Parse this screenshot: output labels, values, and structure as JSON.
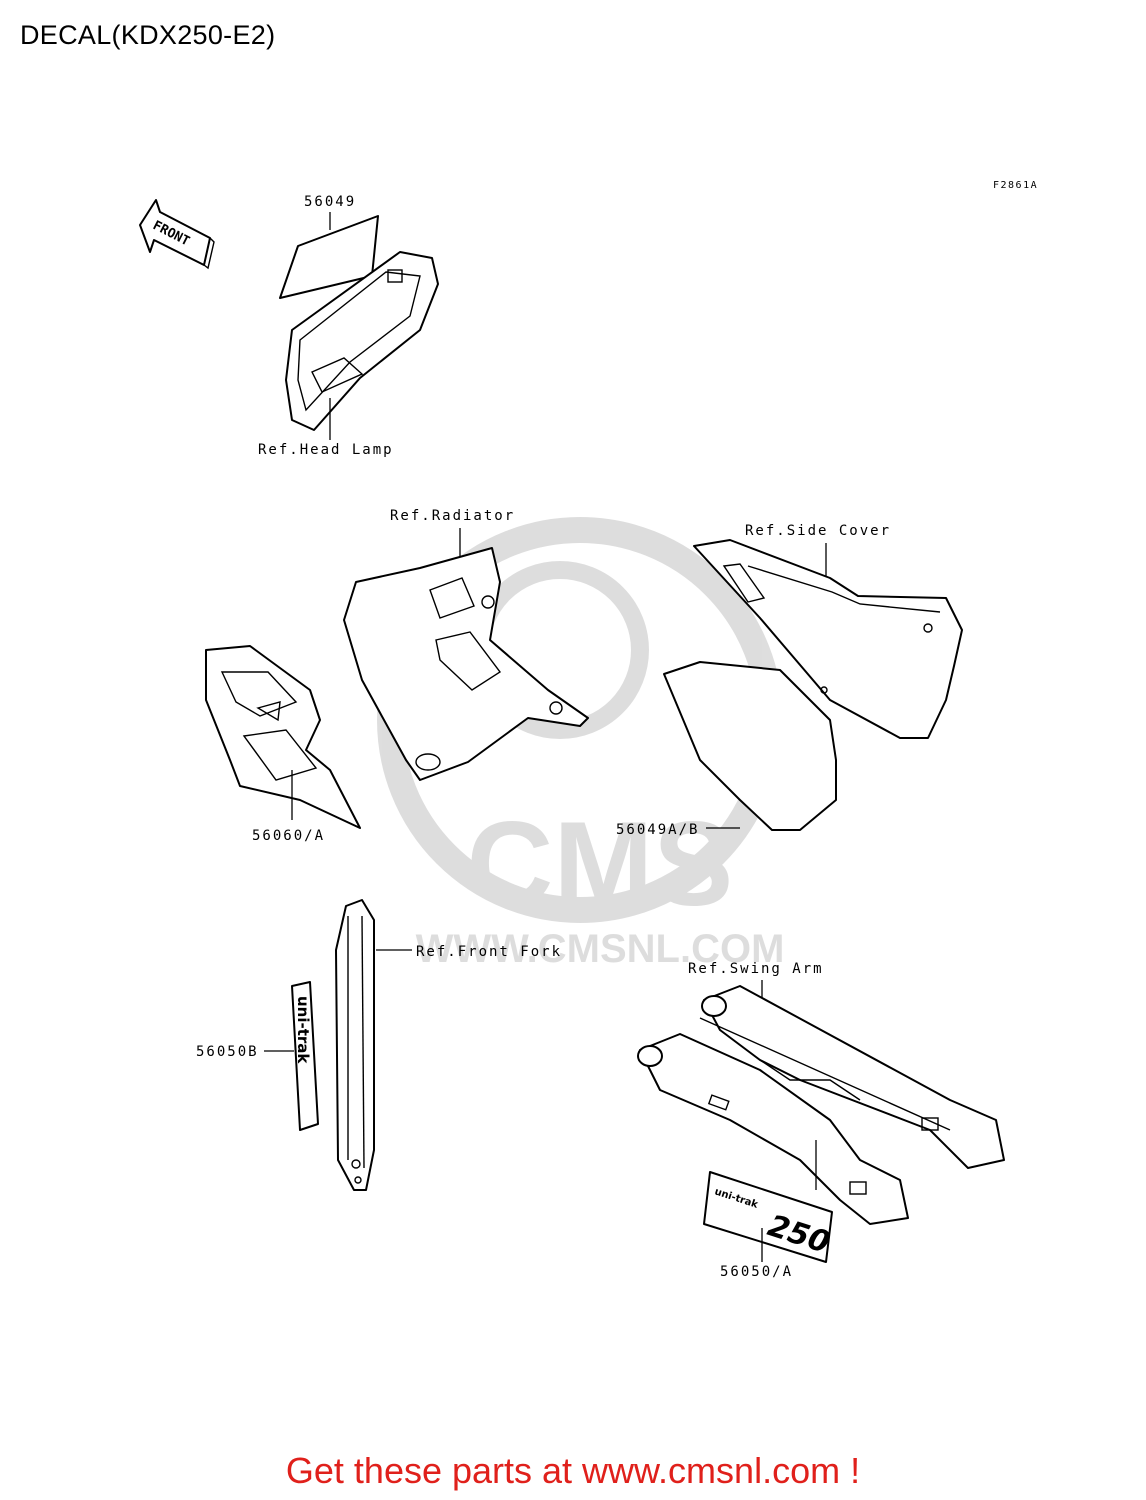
{
  "page": {
    "title": "DECAL(KDX250-E2)"
  },
  "diagram": {
    "figure_code": "F2861A",
    "front_label": "FRONT",
    "labels": {
      "p56049": "56049",
      "head_lamp": "Ref.Head Lamp",
      "radiator": "Ref.Radiator",
      "side_cover": "Ref.Side Cover",
      "p56060a": "56060/A",
      "p56049ab": "56049A/B",
      "front_fork": "Ref.Front Fork",
      "swing_arm": "Ref.Swing Arm",
      "p56050b": "56050B",
      "p56050a": "56050/A"
    },
    "decal_text": {
      "fork_decal": "uni-trak",
      "swingarm_brand": "uni-trak",
      "swingarm_number": "250"
    },
    "watermark": {
      "logo": "CMS",
      "url": "WWW.CMSNL.COM"
    }
  },
  "footer": {
    "link_text": "Get these parts at www.cmsnl.com !",
    "link_color": "#e0201b"
  }
}
